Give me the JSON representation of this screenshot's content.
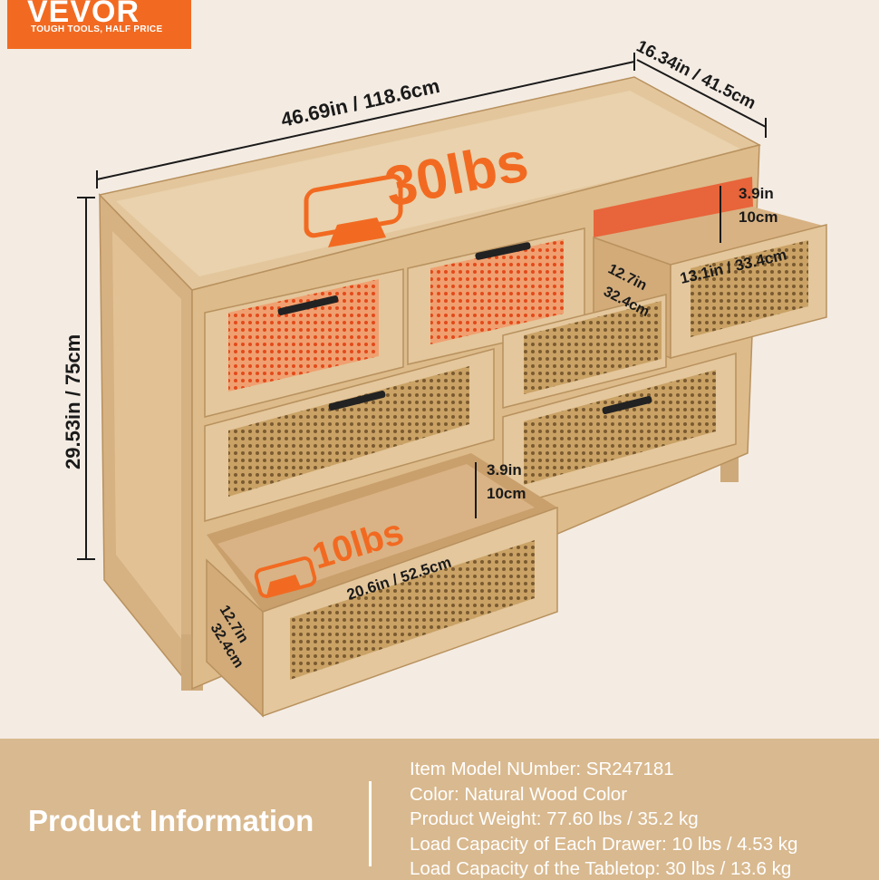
{
  "brand": {
    "name": "VEVOR",
    "tagline": "TOUGH TOOLS, HALF PRICE",
    "color": "#f26a21"
  },
  "dimensions": {
    "width": "46.69in / 118.6cm",
    "depth": "16.34in / 41.5cm",
    "height": "29.53in / 75cm",
    "top_drawer_height_in": "3.9in",
    "top_drawer_height_cm": "10cm",
    "top_drawer_width": "13.1in / 33.4cm",
    "top_drawer_depth_in": "12.7in",
    "top_drawer_depth_cm": "32.4cm",
    "bottom_drawer_height_in": "3.9in",
    "bottom_drawer_height_cm": "10cm",
    "bottom_drawer_width": "20.6in / 52.5cm",
    "bottom_drawer_depth_in": "12.7in",
    "bottom_drawer_depth_cm": "32.4cm"
  },
  "load": {
    "tabletop": "30lbs",
    "drawer": "10lbs",
    "icon": "weight-icon"
  },
  "product_info": {
    "heading": "Product Information",
    "specs": [
      "Item Model NUmber: SR247181",
      "Color: Natural Wood Color",
      "Product Weight: 77.60 lbs / 35.2 kg",
      "Load Capacity of Each Drawer: 10 lbs / 4.53 kg",
      "Load Capacity of the Tabletop: 30 lbs / 13.6 kg"
    ]
  },
  "colors": {
    "background": "#f4ece3",
    "panel": "#d9b98f",
    "wood": "#d8b586",
    "accent_orange": "#f26a21"
  }
}
